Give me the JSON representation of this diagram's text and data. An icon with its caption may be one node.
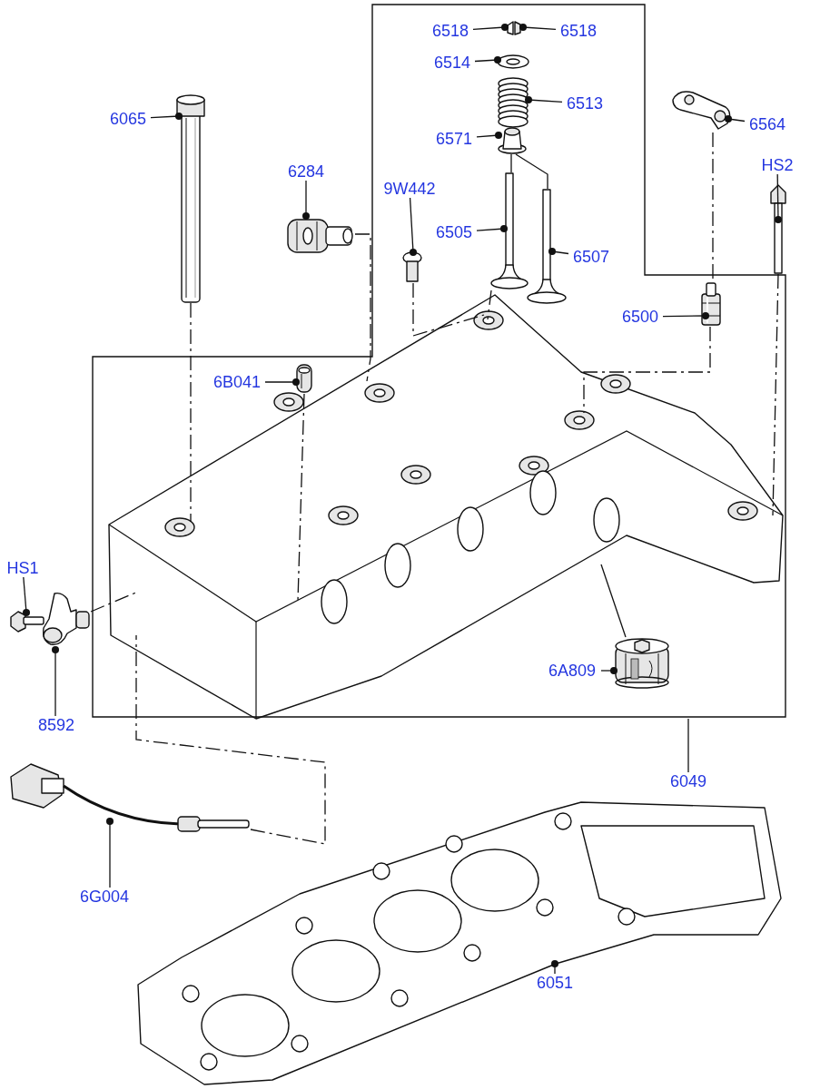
{
  "diagram": {
    "nodes": [
      {
        "text": [
          "6518"
        ]
      },
      {
        "text": [
          "6518"
        ]
      },
      {
        "text": [],
        "shape": "picture"
      },
      {
        "text": [
          "6514"
        ]
      },
      {
        "text": [],
        "shape": "picture"
      },
      {
        "text": [
          "6513"
        ]
      },
      {
        "text": [],
        "shape": "picture"
      },
      {
        "text": [
          "6571"
        ]
      },
      {
        "text": [],
        "shape": "picture"
      },
      {
        "text": [
          "6505"
        ]
      },
      {
        "text": [],
        "shape": "picture"
      },
      {
        "text": [
          "6507"
        ]
      },
      {
        "text": [],
        "shape": "picture"
      },
      {
        "text": [
          "6065"
        ]
      },
      {
        "text": [],
        "shape": "picture"
      },
      {
        "text": [
          "6284"
        ]
      },
      {
        "text": [],
        "shape": "picture"
      },
      {
        "text": [
          "9W442"
        ]
      },
      {
        "text": [],
        "shape": "picture"
      },
      {
        "text": [
          "6564"
        ]
      },
      {
        "text": [],
        "shape": "picture"
      },
      {
        "text": [
          "HS2"
        ]
      },
      {
        "text": [],
        "shape": "picture"
      },
      {
        "text": [
          "6500"
        ]
      },
      {
        "text": [],
        "shape": "picture"
      },
      {
        "text": [
          "6B041"
        ]
      },
      {
        "text": [],
        "shape": "picture"
      },
      {
        "text": [],
        "shape": "picture"
      },
      {
        "text": [
          "HS1"
        ]
      },
      {
        "text": [],
        "shape": "picture"
      },
      {
        "text": [],
        "shape": "picture"
      },
      {
        "text": [
          "8592"
        ]
      },
      {
        "text": [
          "6A809"
        ]
      },
      {
        "text": [],
        "shape": "picture"
      },
      {
        "text": [
          "6049"
        ]
      },
      {
        "text": [
          "6G004"
        ]
      },
      {
        "text": [],
        "shape": "picture"
      },
      {
        "text": [
          "6051"
        ]
      },
      {
        "text": [],
        "shape": "picture"
      }
    ],
    "edges": [
      {
        "from": 0,
        "to": 2,
        "arrow": "other"
      },
      {
        "from": 1,
        "to": 2,
        "arrow": "other"
      },
      {
        "from": 3,
        "to": 4,
        "arrow": "other"
      },
      {
        "from": 5,
        "to": 6,
        "arrow": "other"
      },
      {
        "from": 7,
        "to": 8,
        "arrow": "other"
      },
      {
        "from": 9,
        "to": 10,
        "arrow": "other"
      },
      {
        "from": 11,
        "to": 12,
        "arrow": "other"
      },
      {
        "from": 13,
        "to": 14,
        "arrow": "other"
      },
      {
        "from": 15,
        "to": 16,
        "arrow": "other"
      },
      {
        "from": 17,
        "to": 18,
        "arrow": "other"
      },
      {
        "from": 19,
        "to": 20,
        "arrow": "other"
      },
      {
        "from": 21,
        "to": 22,
        "arrow": "other"
      },
      {
        "from": 23,
        "to": 24,
        "arrow": "other"
      },
      {
        "from": 25,
        "to": 26,
        "arrow": "other"
      },
      {
        "from": 28,
        "to": 29,
        "arrow": "other"
      },
      {
        "from": 31,
        "to": 30,
        "arrow": "other"
      },
      {
        "from": 32,
        "to": 33,
        "arrow": "other"
      },
      {
        "from": 34,
        "to": null,
        "arrow": "none"
      },
      {
        "from": 35,
        "to": 36,
        "arrow": "other"
      },
      {
        "from": 37,
        "to": 38,
        "arrow": "other"
      },
      {
        "from": 8,
        "to": 10,
        "arrow": "none"
      },
      {
        "from": 8,
        "to": 12,
        "arrow": "none"
      },
      {
        "from": 14,
        "to": 27,
        "arrow": "none",
        "style": "dashed"
      },
      {
        "from": 16,
        "to": 27,
        "arrow": "none",
        "style": "dashed"
      },
      {
        "from": 18,
        "to": 27,
        "arrow": "none",
        "style": "dashed"
      },
      {
        "from": 10,
        "to": 27,
        "arrow": "none",
        "style": "dashed"
      },
      {
        "from": 20,
        "to": 24,
        "arrow": "none",
        "style": "dashed"
      },
      {
        "from": 24,
        "to": 27,
        "arrow": "none",
        "style": "dashed"
      },
      {
        "from": 22,
        "to": 27,
        "arrow": "none",
        "style": "dashed"
      },
      {
        "from": 26,
        "to": 27,
        "arrow": "none",
        "style": "dashed"
      },
      {
        "from": 30,
        "to": 27,
        "arrow": "none",
        "style": "dashed"
      },
      {
        "from": 36,
        "to": 27,
        "arrow": "none",
        "style": "dashed"
      },
      {
        "from": 33,
        "to": 27,
        "arrow": "none"
      }
    ]
  }
}
